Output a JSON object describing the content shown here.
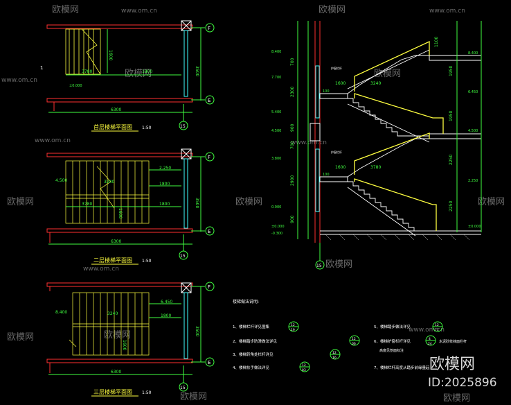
{
  "plan1": {
    "title": "首层楼梯平面图",
    "scale": "1:50",
    "axis_top": "F",
    "axis_bottom": "E",
    "axis_col": "15",
    "dim_width": "6300",
    "dim_depth": "3500",
    "dim_run": "1800",
    "dim_total_run": "3780",
    "dim_stair": "1600",
    "level": "±0.000",
    "section_mark": "1"
  },
  "plan2": {
    "title": "二层楼梯平面图",
    "scale": "1:50",
    "axis_top": "F",
    "axis_bottom": "E",
    "axis_col": "15",
    "dim_width": "6300",
    "dim_depth": "3500",
    "dim_run_a": "1800",
    "dim_run_b": "1800",
    "dim_total_run": "3780",
    "dim_flight": "3240",
    "dim_landing": "1600",
    "level_left": "4.500",
    "level_right": "2.250"
  },
  "plan3": {
    "title": "三层楼梯平面图",
    "scale": "1:50",
    "axis_top": "F",
    "axis_bottom": "E",
    "axis_col": "15",
    "dim_width": "6300",
    "dim_depth": "3500",
    "dim_run": "1800",
    "dim_flight": "3240",
    "dim_landing": "1600",
    "level_left": "8.400",
    "level_right": "6.450"
  },
  "section": {
    "axis_col": "15",
    "levels_left": [
      "8.400",
      "7.700",
      "5.400",
      "4.500",
      "3.800",
      "0.900",
      "±0.000",
      "-0.300"
    ],
    "levels_right": [
      "8.400",
      "6.450",
      "4.500",
      "2.250",
      "±0.000"
    ],
    "dims_left": [
      "700",
      "2300",
      "900",
      "700",
      "2900",
      "900"
    ],
    "dims_right": [
      "1950",
      "1950",
      "2250",
      "2250"
    ],
    "dim_top": "1100",
    "dims_mid": [
      "1600",
      "3240",
      "1600",
      "3780"
    ],
    "dim_rail": "100",
    "rail_label": "护窗栏杆"
  },
  "notes": {
    "heading": "楼梯做法说明:",
    "items": [
      {
        "text": "1、楼梯栏杆详见图集",
        "ref_top": "12",
        "ref_bottom": "19"
      },
      {
        "text": "2、楼梯踏步防滑做法详见",
        "ref_top": "12",
        "ref_bottom": "06"
      },
      {
        "text": "3、楼梯转角处栏杆详见",
        "ref_top": "12",
        "ref_bottom": "16"
      },
      {
        "text": "4、楼梯扶手做法详见",
        "ref_top": "12",
        "ref_bottom": "03"
      },
      {
        "text": "5、楼梯踏步做法详见",
        "ref_top": "12",
        "ref_bottom": "71"
      },
      {
        "text": "6、楼梯护窗栏杆详见",
        "ref_top": "4",
        "ref_bottom": "24",
        "suffix": "水泥砂浆抹面栏杆"
      },
      {
        "text": "7、楼梯栏杆高度从踏步前缘量起",
        "ref_top": "",
        "ref_bottom": ""
      }
    ],
    "tail_6": "高度见剖面标注"
  },
  "watermark": {
    "site": "www.om.cn",
    "brand": "欧模网",
    "id": "ID:2025896"
  },
  "colors": {
    "wall": "#ff3030",
    "stair": "#ffff40",
    "dim": "#40ff40",
    "axis": "#ffffff",
    "window": "#40ffff",
    "hatch": "#cccccc"
  }
}
